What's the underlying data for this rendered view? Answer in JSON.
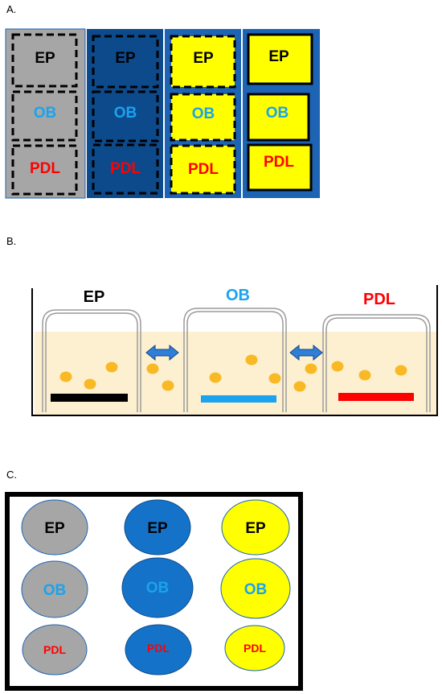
{
  "panels": {
    "a": "A.",
    "b": "B.",
    "c": "C."
  },
  "labels": {
    "ep": "EP",
    "ob": "OB",
    "pdl": "PDL"
  },
  "colors": {
    "gray": "#a6a6a6",
    "dark_blue": "#0d4a8c",
    "medium_blue": "#1473c9",
    "frame_blue": "#1e64b4",
    "yellow": "#ffff00",
    "ep_text": "#000000",
    "ob_text": "#1aa3ee",
    "pdl_text": "#ff0000",
    "medium": "#fdf0d0",
    "particle": "#f9b925",
    "arrow": "#2f7ed8"
  }
}
